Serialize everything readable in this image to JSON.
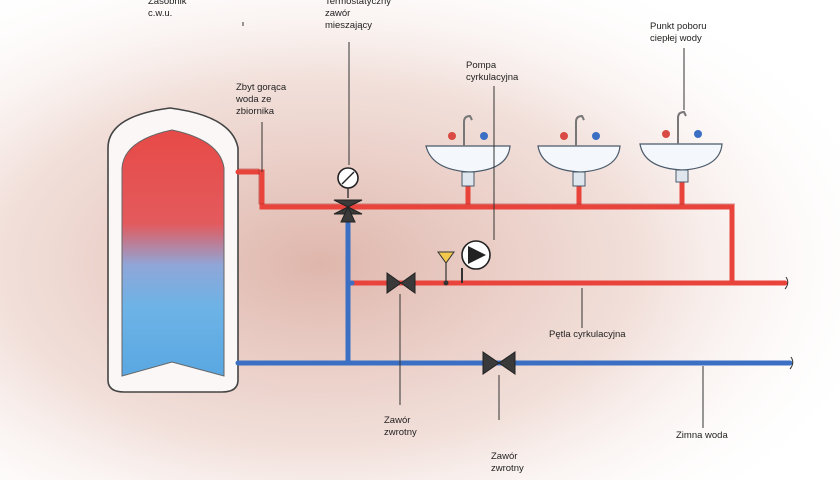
{
  "labels": {
    "tank": "Zasobnik\nc.w.u.",
    "thermo_valve": "Termostatyczny\nzawór\nmieszający",
    "hot_from_tank": "Zbyt gorąca\nwoda ze\nzbiornika",
    "pump": "Pompa\ncyrkulacyjna",
    "draw_point": "Punkt poboru\nciepłej wody",
    "circ_loop": "Pętla cyrkulacyjna",
    "check_valve_1": "Zawór\nzwrotny",
    "check_valve_2": "Zawór\nzwrotny",
    "cold_water": "Zimna woda"
  },
  "colors": {
    "hot_pipe": "#e8443c",
    "cold_pipe": "#3b6fc4",
    "tank_hot": "#e84a45",
    "tank_cold": "#6fb4e6",
    "background_wash": "#e9c9c0",
    "outline": "#333333"
  }
}
